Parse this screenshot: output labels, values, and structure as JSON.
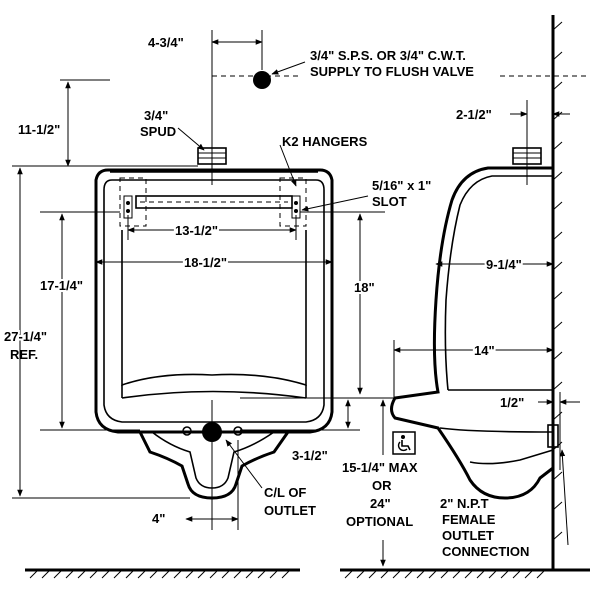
{
  "dimensions": {
    "front_offset_supply": "4-3/4\"",
    "supply_callout_line1": "3/4\" S.P.S. OR 3/4\" C.W.T.",
    "supply_callout_line2": "SUPPLY TO FLUSH VALVE",
    "supply_height": "11-1/2\"",
    "spud_line1": "3/4\"",
    "spud_line2": "SPUD",
    "hangers": "K2 HANGERS",
    "slot_line1": "5/16\" x 1\"",
    "slot_line2": "SLOT",
    "hanger_spacing": "13-1/2\"",
    "overall_width": "18-1/2\"",
    "height_to_rim": "17-1/4\"",
    "overall_height_line1": "27-1/4\"",
    "overall_height_line2": "REF.",
    "hanger_to_rim": "18\"",
    "outlet_offset": "3-1/2\"",
    "outlet_width": "4\"",
    "outlet_cl_line1": "C/L OF",
    "outlet_cl_line2": "OUTLET",
    "wall_to_spud": "2-1/2\"",
    "side_depth_top": "9-1/4\"",
    "side_depth": "14\"",
    "wall_to_outlet": "1/2\"",
    "rim_height_line1": "15-1/4\" MAX",
    "rim_height_line2": "OR",
    "rim_height_line3": "24\"",
    "rim_height_line4": "OPTIONAL",
    "outlet_conn_line1": "2\" N.P.T",
    "outlet_conn_line2": "FEMALE",
    "outlet_conn_line3": "OUTLET",
    "outlet_conn_line4": "CONNECTION"
  },
  "icons": [
    "accessibility-icon"
  ]
}
